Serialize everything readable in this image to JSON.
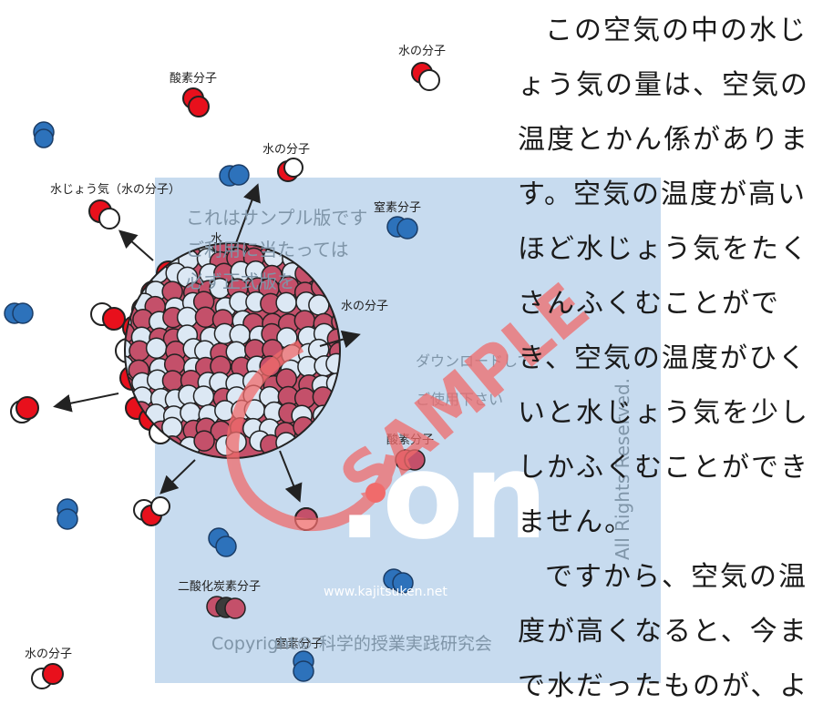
{
  "diagram": {
    "labels": {
      "water_top": "水の分子",
      "oxygen_top": "酸素分子",
      "water_mid": "水の分子",
      "vapor": "水じょう気（水の分子）",
      "nitrogen_mid": "窒素分子",
      "water_small": "水",
      "water_right": "水の分子",
      "oxygen_right": "酸素分子",
      "co2": "二酸化炭素分子",
      "water_bottom": "水の分子",
      "nitrogen_bottom": "窒素分子"
    },
    "colors": {
      "oxygen": "#e8101c",
      "water_red": "#e8101c",
      "water_mass": "#c4506a",
      "water_light": "#dce8f4",
      "nitrogen": "#2d72bb",
      "carbon": "#3b3b3b",
      "overlay": "#b8d2ea"
    }
  },
  "watermark": {
    "lines": [
      "これはサンプル版です",
      "ご利用に当たっては",
      "必ず正式版を"
    ],
    "download": [
      "ダウンロードして",
      "ご使用下さい"
    ],
    "stamp": "SAMPLE",
    "brand": ".on",
    "site": "www.kajitsuken.net",
    "copyright": "Copyright© 科学的授業実践研究会",
    "rights": "All Rights Reserved."
  },
  "text": {
    "paragraph1": "この空気の中の水じょう気の量は、空気の温度とかん係があります。空気の温度が高いほど水じょう気をたくさんふくむことができ、空気の温度がひくいと水じょう気を少ししかふくむことができません。",
    "paragraph2": "ですから、空気の温度が高くなると、今まで水だったものが、よ"
  }
}
